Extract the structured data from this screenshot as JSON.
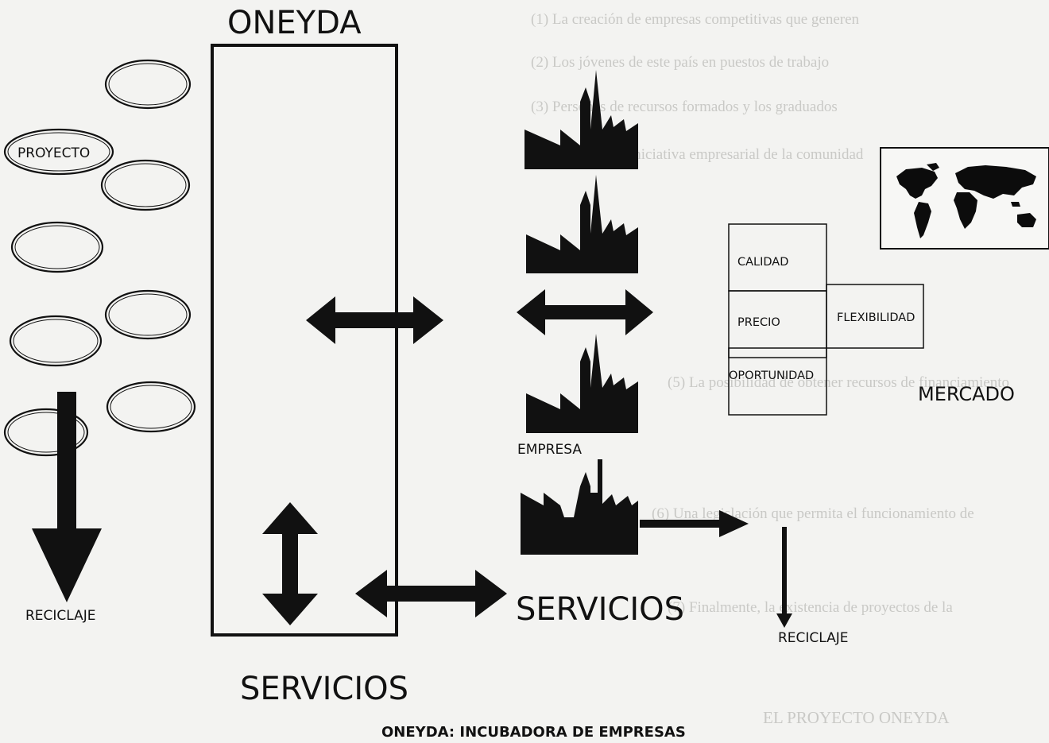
{
  "diagram": {
    "title": "ONEYDA",
    "caption": "ONEYDA: INCUBADORA DE EMPRESAS",
    "left_panel": {
      "proyecto": "PROYECTO",
      "reciclaje": "RECICLAJE"
    },
    "servicios_bottom": "SERVICIOS",
    "servicios_right": "SERVICIOS",
    "empresa": "EMPRESA",
    "reciclaje_right": "RECICLAJE",
    "mercado": {
      "label": "MERCADO",
      "calidad": "CALIDAD",
      "precio": "PRECIO",
      "flexibilidad": "FLEXIBILIDAD",
      "oportunidad": "OPORTUNIDAD"
    }
  },
  "background_text": [
    "(1) La creación de empresas competitivas que generen",
    "(2) Los jóvenes de este país en puestos de trabajo",
    "(3) Personas de recursos formados y los graduados",
    "(4) Estimular la iniciativa empresarial de la comunidad",
    "(5) La posibilidad de obtener recursos de financiamiento",
    "(6) Una legislación que permita el funcionamiento de",
    "(7) Finalmente, la existencia de proyectos de la",
    "EL PROYECTO ONEYDA"
  ],
  "colors": {
    "ink": "#111111",
    "paper": "#f3f3f1",
    "faint_text": "#c9c9c6"
  }
}
